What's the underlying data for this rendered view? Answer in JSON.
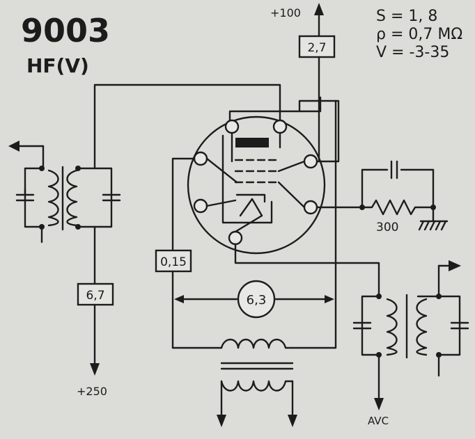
{
  "header": {
    "tube_number": "9003",
    "tube_type": "HF(V)"
  },
  "specs": {
    "line1": "S = 1, 8",
    "line2": "ρ = 0,7 MΩ",
    "line3": "V = -3-35"
  },
  "supplies": {
    "plate_supply": "+100",
    "screen_supply": "+250",
    "avc": "AVC"
  },
  "values": {
    "r_plate": "2,7",
    "r_left": "6,7",
    "r_heater": "0,15",
    "heater_voltage": "6,3",
    "cathode_resistor": "300"
  }
}
